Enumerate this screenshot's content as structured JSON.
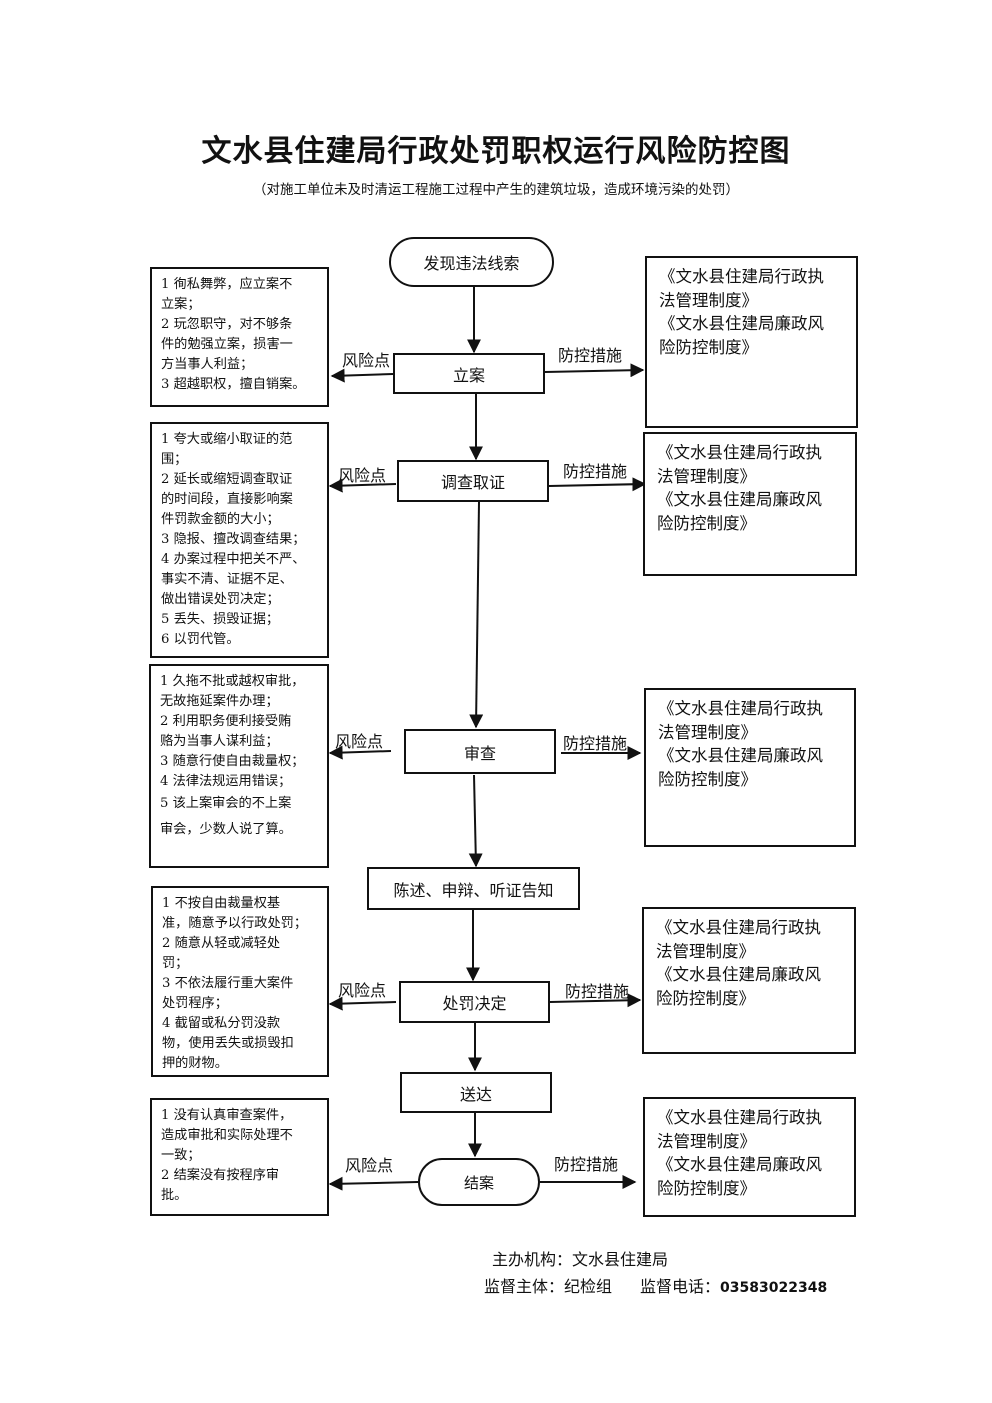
{
  "title": "文水县住建局行政处罚职权运行风险防控图",
  "subtitle": "（对施工单位未及时清运工程施工过程中产生的建筑垃圾，造成环境污染的处罚）",
  "labels": {
    "risk": "风险点",
    "control": "防控措施"
  },
  "start": "发现违法线索",
  "steps": [
    {
      "name": "立案",
      "risks": [
        "1 徇私舞弊，应立案不",
        "立案；",
        "2 玩忽职守，对不够条",
        "件的勉强立案，损害一",
        "方当事人利益；",
        "3 超越职权，擅自销案。"
      ],
      "controls": [
        "《文水县住建局行政执",
        "法管理制度》",
        "《文水县住建局廉政风",
        "险防控制度》"
      ]
    },
    {
      "name": "调查取证",
      "risks": [
        "1 夸大或缩小取证的范",
        "围；",
        "2 延长或缩短调查取证",
        "的时间段，直接影响案",
        "件罚款金额的大小；",
        "3 隐报、擅改调查结果；",
        "4 办案过程中把关不严、",
        "事实不清、证据不足、",
        "做出错误处罚决定；",
        "5 丢失、损毁证据；",
        "6 以罚代管。"
      ],
      "controls": [
        "《文水县住建局行政执",
        "法管理制度》",
        "《文水县住建局廉政风",
        "险防控制度》"
      ]
    },
    {
      "name": "审查",
      "risks": [
        "1 久拖不批或越权审批，",
        "无故拖延案件办理；",
        "2 利用职务便利接受贿",
        "赂为当事人谋利益；",
        "3 随意行使自由裁量权；",
        "4 法律法规运用错误；",
        "5 该上案审会的不上案",
        "审会，少数人说了算。"
      ],
      "controls": [
        "《文水县住建局行政执",
        "法管理制度》",
        "《文水县住建局廉政风",
        "险防控制度》"
      ]
    },
    {
      "name": "陈述、申辩、听证告知"
    },
    {
      "name": "处罚决定",
      "risks": [
        "1 不按自由裁量权基",
        "准，随意予以行政处罚；",
        "2 随意从轻或减轻处",
        "罚；",
        "3 不依法履行重大案件",
        "处罚程序；",
        "4 截留或私分罚没款",
        "物，使用丢失或损毁扣",
        "押的财物。"
      ],
      "controls": [
        "《文水县住建局行政执",
        "法管理制度》",
        "《文水县住建局廉政风",
        "险防控制度》"
      ]
    },
    {
      "name": "送达"
    },
    {
      "name": "结案",
      "risks": [
        "1 没有认真审查案件，",
        "造成审批和实际处理不",
        "一致；",
        "2 结案没有按程序审",
        "批。"
      ],
      "controls": [
        "《文水县住建局行政执",
        "法管理制度》",
        "《文水县住建局廉政风",
        "险防控制度》"
      ]
    }
  ],
  "footer": {
    "org_label": "主办机构：",
    "org": "文水县住建局",
    "supervisor_label": "监督主体：",
    "supervisor": "纪检组",
    "phone_label": "监督电话：",
    "phone": "03583022348"
  }
}
